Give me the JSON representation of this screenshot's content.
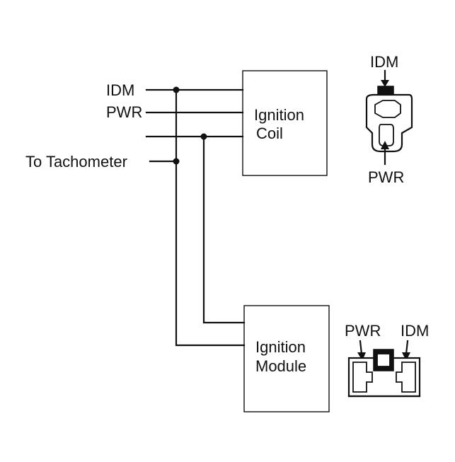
{
  "labels": {
    "idm": "IDM",
    "pwr": "PWR",
    "to_tachometer": "To Tachometer"
  },
  "coil": {
    "line1": "Ignition",
    "line2": "Coil"
  },
  "module": {
    "line1": "Ignition",
    "line2": "Module"
  },
  "coil_connector": {
    "top_label": "IDM",
    "bottom_label": "PWR"
  },
  "module_connector": {
    "left_label": "PWR",
    "right_label": "IDM"
  }
}
